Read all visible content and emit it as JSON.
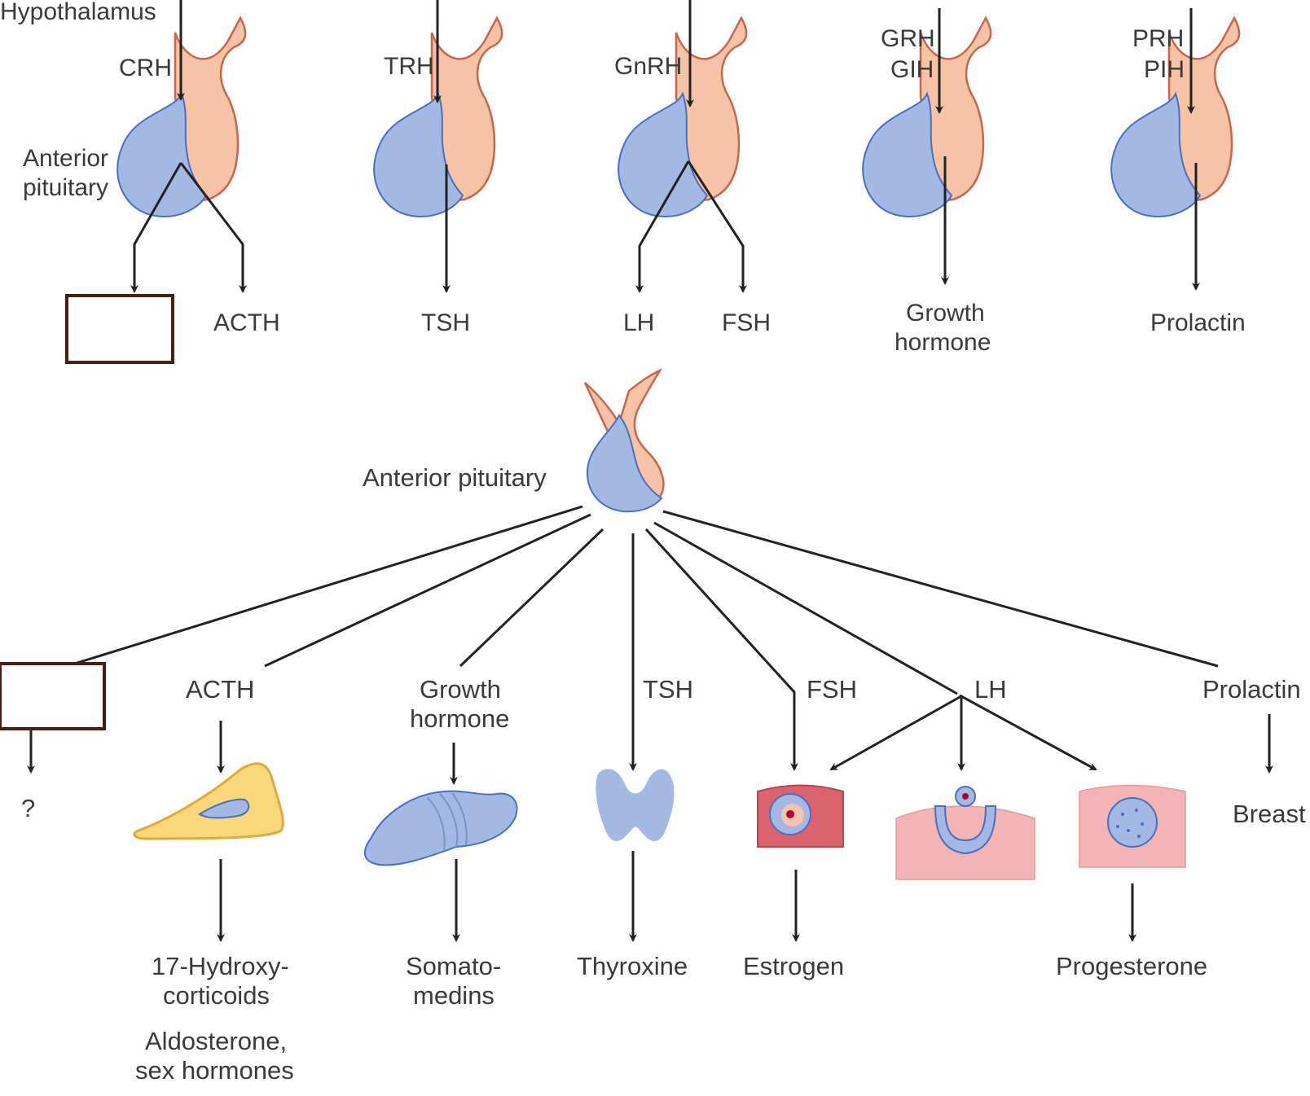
{
  "top_row": {
    "hypothalamus": "Hypothalamus",
    "anterior_pituitary": [
      "Anterior",
      "pituitary"
    ],
    "axes": [
      {
        "releasing": [
          "CRH"
        ],
        "products": [
          "",
          "ACTH"
        ]
      },
      {
        "releasing": [
          "TRH"
        ],
        "products": [
          "TSH"
        ]
      },
      {
        "releasing": [
          "GnRH"
        ],
        "products": [
          "LH",
          "FSH"
        ]
      },
      {
        "releasing": [
          "GRH",
          "GIH"
        ],
        "products": [
          "Growth",
          "hormone"
        ]
      },
      {
        "releasing": [
          "PRH",
          "PIH"
        ],
        "products": [
          "Prolactin"
        ]
      }
    ]
  },
  "bottom": {
    "center_label": "Anterior pituitary",
    "hormones": {
      "unknown_target": "?",
      "acth": "ACTH",
      "acth_out_1": [
        "17-Hydroxy-",
        "corticoids"
      ],
      "acth_out_2": [
        "Aldosterone,",
        "sex hormones"
      ],
      "gh": [
        "Growth",
        "hormone"
      ],
      "gh_out": [
        "Somato-",
        "medins"
      ],
      "tsh": "TSH",
      "tsh_out": "Thyroxine",
      "fsh": "FSH",
      "fsh_out": "Estrogen",
      "lh": "LH",
      "lh_out": "Progesterone",
      "prolactin": "Prolactin",
      "prolactin_out": "Breast"
    }
  },
  "colors": {
    "pituitary_anterior": "#a3b8e2",
    "pituitary_posterior": "#f7c3a7",
    "blank_box_border": "#4b1e12",
    "adrenal_cell": "#f9d77a",
    "ovary": "#d9646e",
    "follicle_tissue": "#f2b4b4"
  }
}
